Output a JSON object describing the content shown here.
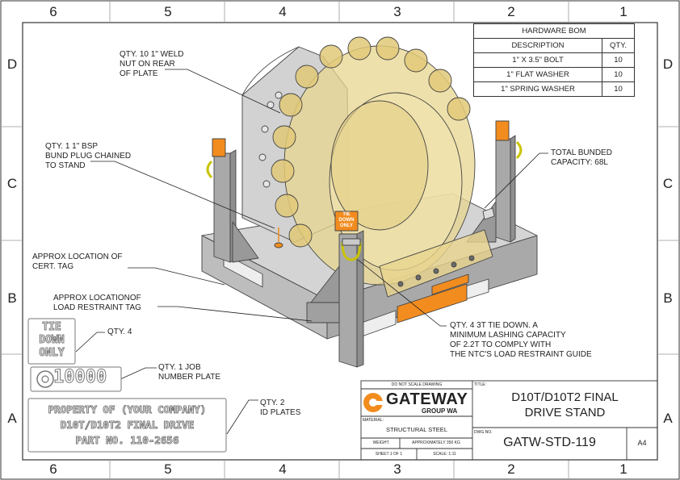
{
  "zones": {
    "columns": [
      "6",
      "5",
      "4",
      "3",
      "2",
      "1"
    ],
    "rows": [
      "D",
      "C",
      "B",
      "A"
    ]
  },
  "bom": {
    "title": "HARDWARE BOM",
    "header": {
      "description": "DESCRIPTION",
      "qty": "QTY."
    },
    "rows": [
      {
        "description": "1\" X 3.5\" BOLT",
        "qty": "10"
      },
      {
        "description": "1\" FLAT WASHER",
        "qty": "10"
      },
      {
        "description": "1\" SPRING WASHER",
        "qty": "10"
      }
    ]
  },
  "notes": {
    "weld_nut": "QTY. 10 1\" WELD\nNUT ON REAR\nOF PLATE",
    "bund_plug": "QTY. 1 1\" BSP\nBUND PLUG CHAINED\nTO STAND",
    "bunded_capacity": "TOTAL BUNDED\nCAPACITY: 68L",
    "cert_tag": "APPROX LOCATION OF\nCERT. TAG",
    "load_restraint_tag": "APPROX LOCATIONOF\nLOAD RESTRAINT TAG",
    "tie_down": "QTY. 4 3T TIE DOWN. A\nMINIMUM LASHING CAPACITY\nOF 2.2T TO COMPLY WITH\nTHE NTC'S LOAD RESTRAINT GUIDE",
    "tie_down_qty": "QTY. 4",
    "job_plate": "QTY. 1 JOB\nNUMBER PLATE",
    "id_plates": "QTY. 2\nID PLATES"
  },
  "plates": {
    "tie_down_lines": [
      "TIE",
      "DOWN",
      "ONLY"
    ],
    "job_number": "10000",
    "id_lines": [
      "PROPERTY OF (YOUR COMPANY)",
      "D10T/D10T2 FINAL DRIVE",
      "PART NO. 110-2656"
    ]
  },
  "tags_on_model": {
    "tie_down_tag": [
      "TIE",
      "DOWN",
      "ONLY"
    ]
  },
  "title_block": {
    "do_not_scale": "DO NOT SCALE DRAWING",
    "title_label": "TITLE:",
    "title_lines": [
      "D10T/D10T2 FINAL",
      "DRIVE STAND"
    ],
    "logo_name": "GATEWAY",
    "logo_sub": "GROUP WA",
    "material_label": "MATERIAL:",
    "material": "STRUCTURAL STEEL",
    "dwg_label": "DWG NO.",
    "dwg_no": "GATW-STD-119",
    "size": "A4",
    "weight_label": "WEIGHT:",
    "weight": "APPROXIMATELY 350 KG",
    "sheet": "SHEET 1 OF 1",
    "scale": "SCALE: 1:11"
  },
  "colors": {
    "accent_orange": "#F28C1E",
    "sprocket": "#E8D58F",
    "steel": "#B8B8B8",
    "line": "#333333"
  }
}
